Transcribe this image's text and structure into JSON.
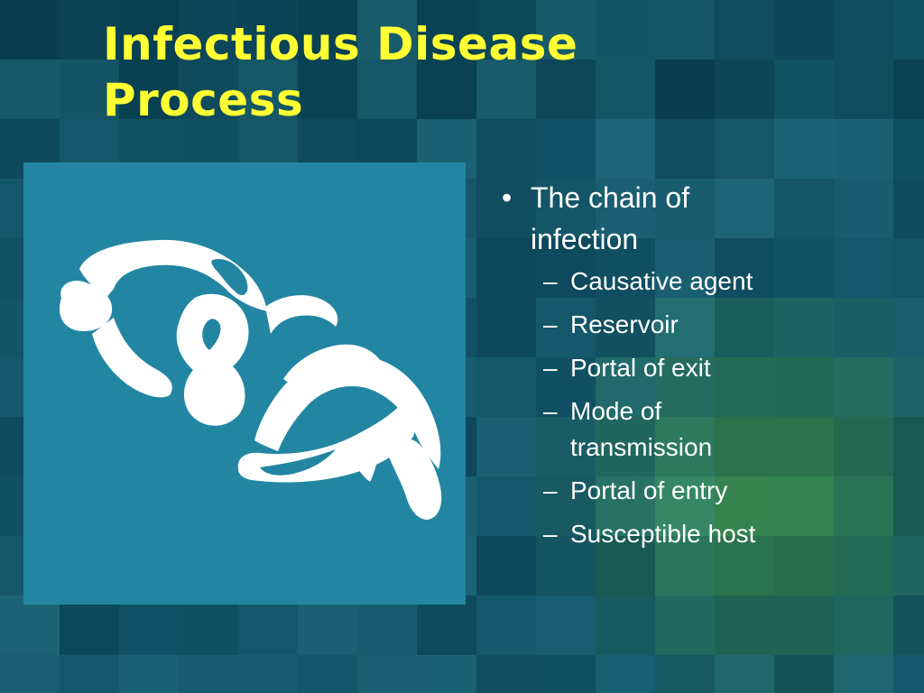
{
  "slide": {
    "title_lines": [
      "Infectious Disease",
      "Process"
    ],
    "colors": {
      "title": "#ffff33",
      "text": "#ffffff",
      "panel": "#2286a2",
      "chain": "#ffffff",
      "background": "#0e4b62"
    },
    "image": {
      "icon": "broken-chain-icon"
    },
    "bullet": {
      "marker": "•",
      "text_lines": [
        "The chain of",
        "infection"
      ],
      "sub_marker": "–",
      "sub_items": [
        [
          "Causative agent"
        ],
        [
          "Reservoir"
        ],
        [
          "Portal of exit"
        ],
        [
          "Mode of",
          "transmission"
        ],
        [
          "Portal of entry"
        ],
        [
          "Susceptible host"
        ]
      ]
    }
  }
}
